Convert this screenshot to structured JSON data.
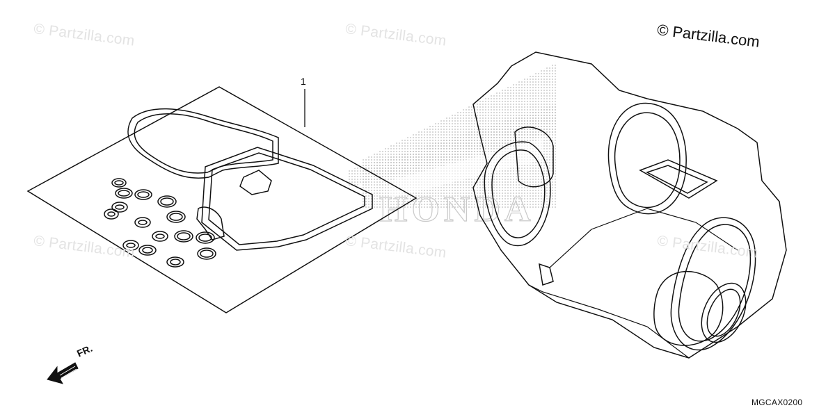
{
  "watermark": {
    "text": "© Partzilla.com",
    "color": "#e0e0e0",
    "main_color": "#111111"
  },
  "callout_number": "1",
  "direction_label": "FR.",
  "diagram_code": "MGCAX0200",
  "brand_mark": "HONDA",
  "icons": {
    "direction": "front-direction-arrow-icon",
    "brand": "honda-wing-logo"
  },
  "colors": {
    "line": "#111111",
    "brand_dots": "#bcbcbc",
    "background": "#ffffff"
  }
}
